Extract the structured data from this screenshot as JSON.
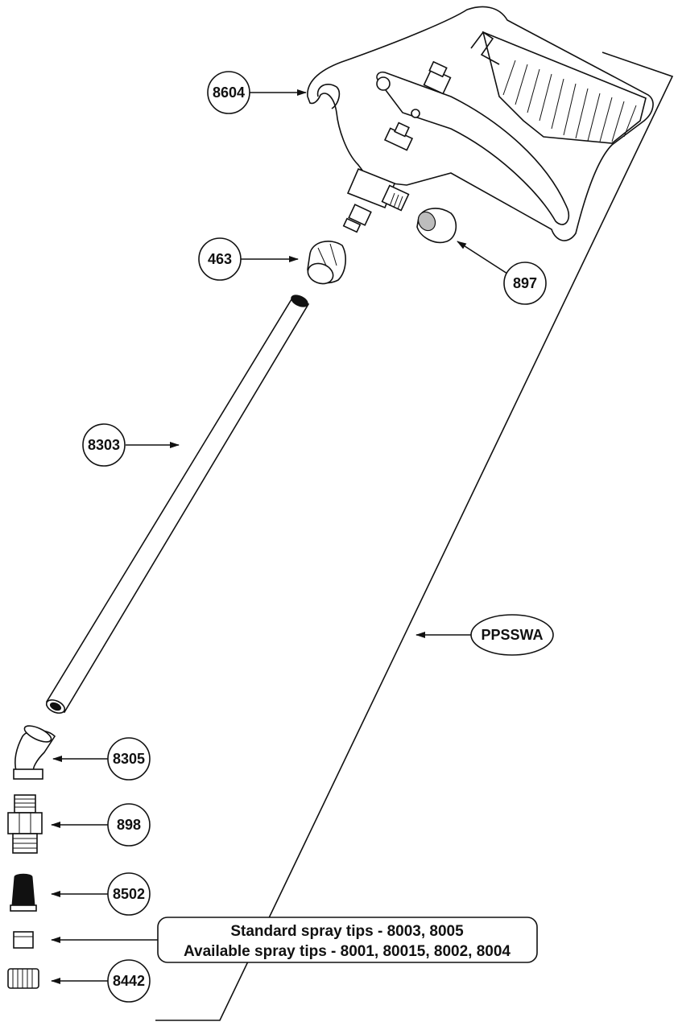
{
  "callouts": {
    "gun": "8604",
    "nut_463": "463",
    "cap_897": "897",
    "wand": "8303",
    "assembly": "PPSSWA",
    "elbow": "8305",
    "adapter": "898",
    "filter": "8502",
    "tip_nut": "8442"
  },
  "tips_note": {
    "line1": "Standard spray tips - 8003, 8005",
    "line2": "Available spray tips - 8001, 80015, 8002, 8004"
  }
}
